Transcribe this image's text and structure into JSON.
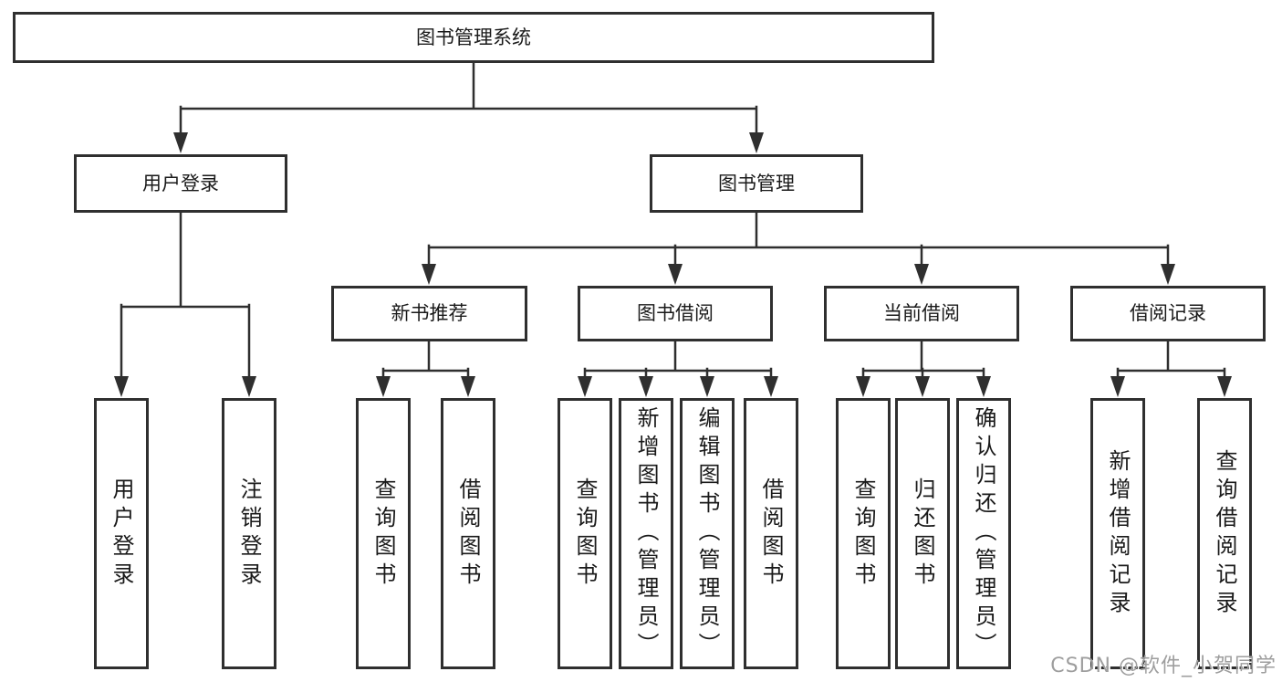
{
  "tree": {
    "label": "图书管理系统",
    "children": [
      {
        "label": "用户登录",
        "children": [
          {
            "label": "用户登录"
          },
          {
            "label": "注销登录"
          }
        ]
      },
      {
        "label": "图书管理",
        "children": [
          {
            "label": "新书推荐",
            "children": [
              {
                "label": "查询图书"
              },
              {
                "label": "借阅图书"
              }
            ]
          },
          {
            "label": "图书借阅",
            "children": [
              {
                "label": "查询图书"
              },
              {
                "label": "新增图书（管理员）"
              },
              {
                "label": "编辑图书（管理员）"
              },
              {
                "label": "借阅图书"
              }
            ]
          },
          {
            "label": "当前借阅",
            "children": [
              {
                "label": "查询图书"
              },
              {
                "label": "归还图书"
              },
              {
                "label": "确认归还（管理员）"
              }
            ]
          },
          {
            "label": "借阅记录",
            "children": [
              {
                "label": "新增借阅记录"
              },
              {
                "label": "查询借阅记录"
              }
            ]
          }
        ]
      }
    ]
  },
  "watermark": {
    "text": "CSDN @软件_小贺同学"
  },
  "colors": {
    "line": "#2f2f2f",
    "box_border": "#2f2f2f",
    "box_fill": "#ffffff",
    "text": "#1a1a1a",
    "watermark": "#9e9e9e",
    "background": "#ffffff"
  }
}
